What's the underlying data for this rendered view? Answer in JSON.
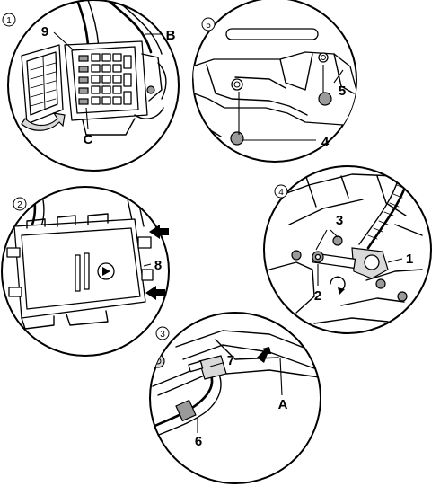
{
  "panels": [
    {
      "step": "1",
      "labels": {
        "l9": "9",
        "lB": "B",
        "lC": "C"
      }
    },
    {
      "step": "5",
      "labels": {
        "l5": "5",
        "l4": "4"
      }
    },
    {
      "step": "2",
      "labels": {
        "l8": "8"
      }
    },
    {
      "step": "4",
      "labels": {
        "l3": "3",
        "l1": "1",
        "l2": "2"
      }
    },
    {
      "step": "3",
      "labels": {
        "l7": "7",
        "lA": "A",
        "l6": "6"
      }
    }
  ],
  "colors": {
    "line": "#000000",
    "background": "#ffffff",
    "hardware_gray": "#9a9a9a",
    "light_gray": "#d9d9d9"
  }
}
